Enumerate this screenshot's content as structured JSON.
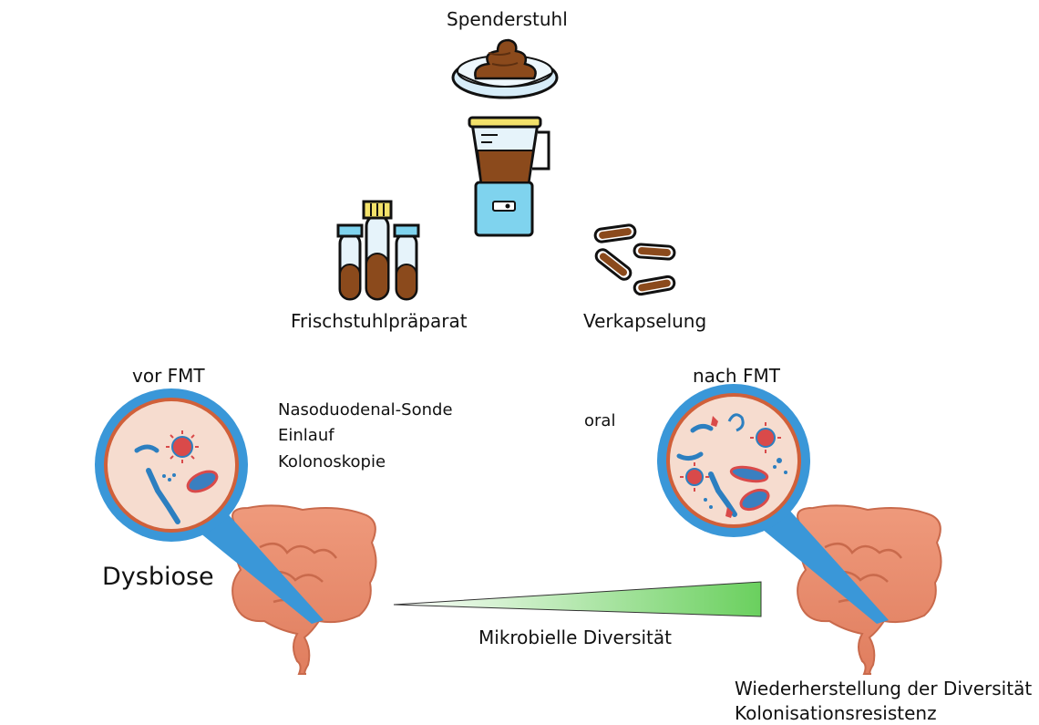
{
  "labels": {
    "donor_stool": "Spenderstuhl",
    "fresh_preparation": "Frischstuhlpräparat",
    "encapsulation": "Verkapselung",
    "before_fmt": "vor FMT",
    "after_fmt": "nach FMT",
    "routes_fresh": [
      "Nasoduodenal-Sonde",
      "Einlauf",
      "Kolonoskopie"
    ],
    "route_capsule": "oral",
    "dysbiosis": "Dysbiose",
    "diversity": "Mikrobielle Diversität",
    "outcomes": [
      "Wiederherstellung der Diversität",
      "Kolonisationsresistenz"
    ]
  },
  "colors": {
    "stool": "#8b4a1c",
    "blender_base": "#7fd3ee",
    "magnifier_ring": "#3a97d8",
    "intestine": "#e88a6c",
    "diversity_gradient_start": "#ffffff",
    "diversity_gradient_end": "#6ad05e"
  }
}
